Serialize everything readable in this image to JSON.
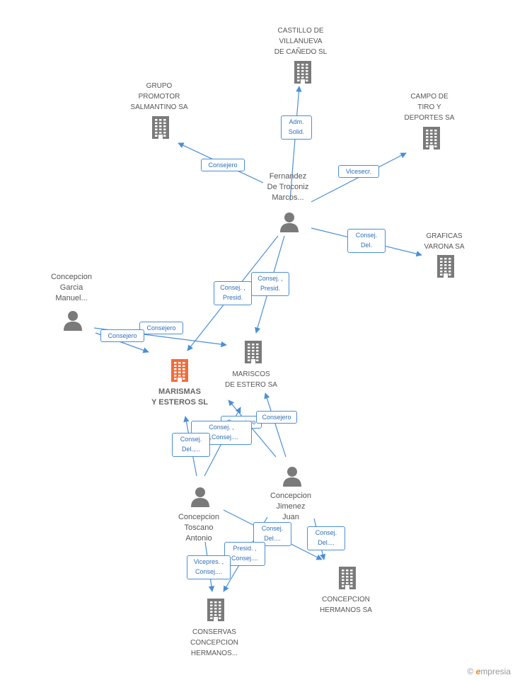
{
  "colors": {
    "edge": "#4a8fd6",
    "node": "#7a7a7a",
    "focus": "#f26b3a",
    "label_text": "#555555"
  },
  "nodes": {
    "castillo": {
      "label": "CASTILLO DE\nVILLANUEVA\nDE CAÑEDO SL",
      "type": "company"
    },
    "grupo": {
      "label": "GRUPO\nPROMOTOR\nSALMANTINO SA",
      "type": "company"
    },
    "campo": {
      "label": "CAMPO DE\nTIRO Y\nDEPORTES SA",
      "type": "company"
    },
    "fernandez": {
      "label": "Fernandez\nDe Troconiz\nMarcos...",
      "type": "person"
    },
    "graficas": {
      "label": "GRAFICAS\nVARONA SA",
      "type": "company"
    },
    "garcia": {
      "label": "Concepcion\nGarcia\nManuel...",
      "type": "person"
    },
    "marismas": {
      "label": "MARISMAS\nY ESTEROS SL",
      "type": "focus-company"
    },
    "mariscos": {
      "label": "MARISCOS\nDE ESTERO SA",
      "type": "company"
    },
    "jimenez": {
      "label": "Concepcion\nJimenez\nJuan",
      "type": "person"
    },
    "toscano": {
      "label": "Concepcion\nToscano\nAntonio",
      "type": "person"
    },
    "hermanos": {
      "label": "CONCEPCION\nHERMANOS SA",
      "type": "company"
    },
    "conservas": {
      "label": "CONSERVAS\nCONCEPCION\nHERMANOS...",
      "type": "company"
    }
  },
  "edges": [
    {
      "from": "fernandez",
      "to": "castillo",
      "label": "Adm.\nSolid."
    },
    {
      "from": "fernandez",
      "to": "grupo",
      "label": "Consejero"
    },
    {
      "from": "fernandez",
      "to": "campo",
      "label": "Vicesecr."
    },
    {
      "from": "fernandez",
      "to": "graficas",
      "label": "Consej.\nDel."
    },
    {
      "from": "fernandez",
      "to": "marismas",
      "label": "Consej. ,\nPresid."
    },
    {
      "from": "fernandez",
      "to": "mariscos",
      "label": "Consej. ,\nPresid."
    },
    {
      "from": "garcia",
      "to": "mariscos",
      "label": "Consejero"
    },
    {
      "from": "garcia",
      "to": "marismas",
      "label": "Consejero"
    },
    {
      "from": "jimenez",
      "to": "marismas",
      "label": "Consejero"
    },
    {
      "from": "jimenez",
      "to": "mariscos",
      "label": "Consejero"
    },
    {
      "from": "toscano",
      "to": "mariscos",
      "label": "Consej. ,\n...,Consej...."
    },
    {
      "from": "toscano",
      "to": "marismas",
      "label": "Consej.\nDel.,..."
    },
    {
      "from": "jimenez",
      "to": "hermanos",
      "label": "Consej.\nDel...."
    },
    {
      "from": "toscano",
      "to": "hermanos",
      "label": "Consej.\nDel...."
    },
    {
      "from": "jimenez",
      "to": "conservas",
      "label": "Presid. ,\nConsej...."
    },
    {
      "from": "toscano",
      "to": "conservas",
      "label": "Vicepres. ,\nConsej...."
    }
  ],
  "footer": {
    "copyright": "©",
    "brand_first": "e",
    "brand_rest": "mpresia"
  }
}
